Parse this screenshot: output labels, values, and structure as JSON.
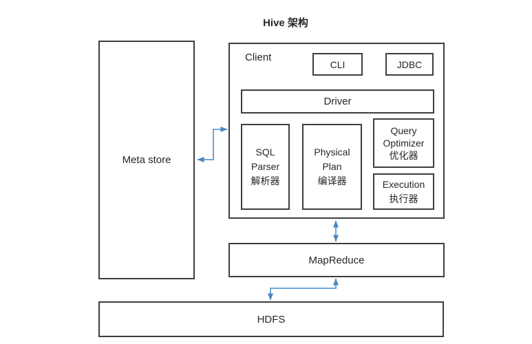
{
  "title": "Hive 架构",
  "colors": {
    "arrow": "#5b9bd5",
    "arrow_head": "#4a86c0",
    "box_border": "#3d3d3d",
    "text": "#262626",
    "background": "#ffffff"
  },
  "nodes": {
    "meta_store": {
      "label": "Meta store"
    },
    "client": {
      "label": "Client"
    },
    "cli": {
      "label": "CLI"
    },
    "jdbc": {
      "label": "JDBC"
    },
    "driver": {
      "label": "Driver"
    },
    "sql_parser": {
      "label": "SQL\nParser\n解析器"
    },
    "physical_plan": {
      "label": "Physical\nPlan\n编译器"
    },
    "query_optimizer": {
      "label": "Query\nOptimizer\n优化器"
    },
    "execution": {
      "label": "Execution\n执行器"
    },
    "mapreduce": {
      "label": "MapReduce"
    },
    "hdfs": {
      "label": "HDFS"
    }
  },
  "edges": [
    {
      "from": "meta_store",
      "to": "client",
      "style": "elbow",
      "bidirectional": true
    },
    {
      "from": "client",
      "to": "mapreduce",
      "style": "straight",
      "bidirectional": true
    },
    {
      "from": "mapreduce",
      "to": "hdfs",
      "style": "elbow",
      "bidirectional": true
    }
  ]
}
